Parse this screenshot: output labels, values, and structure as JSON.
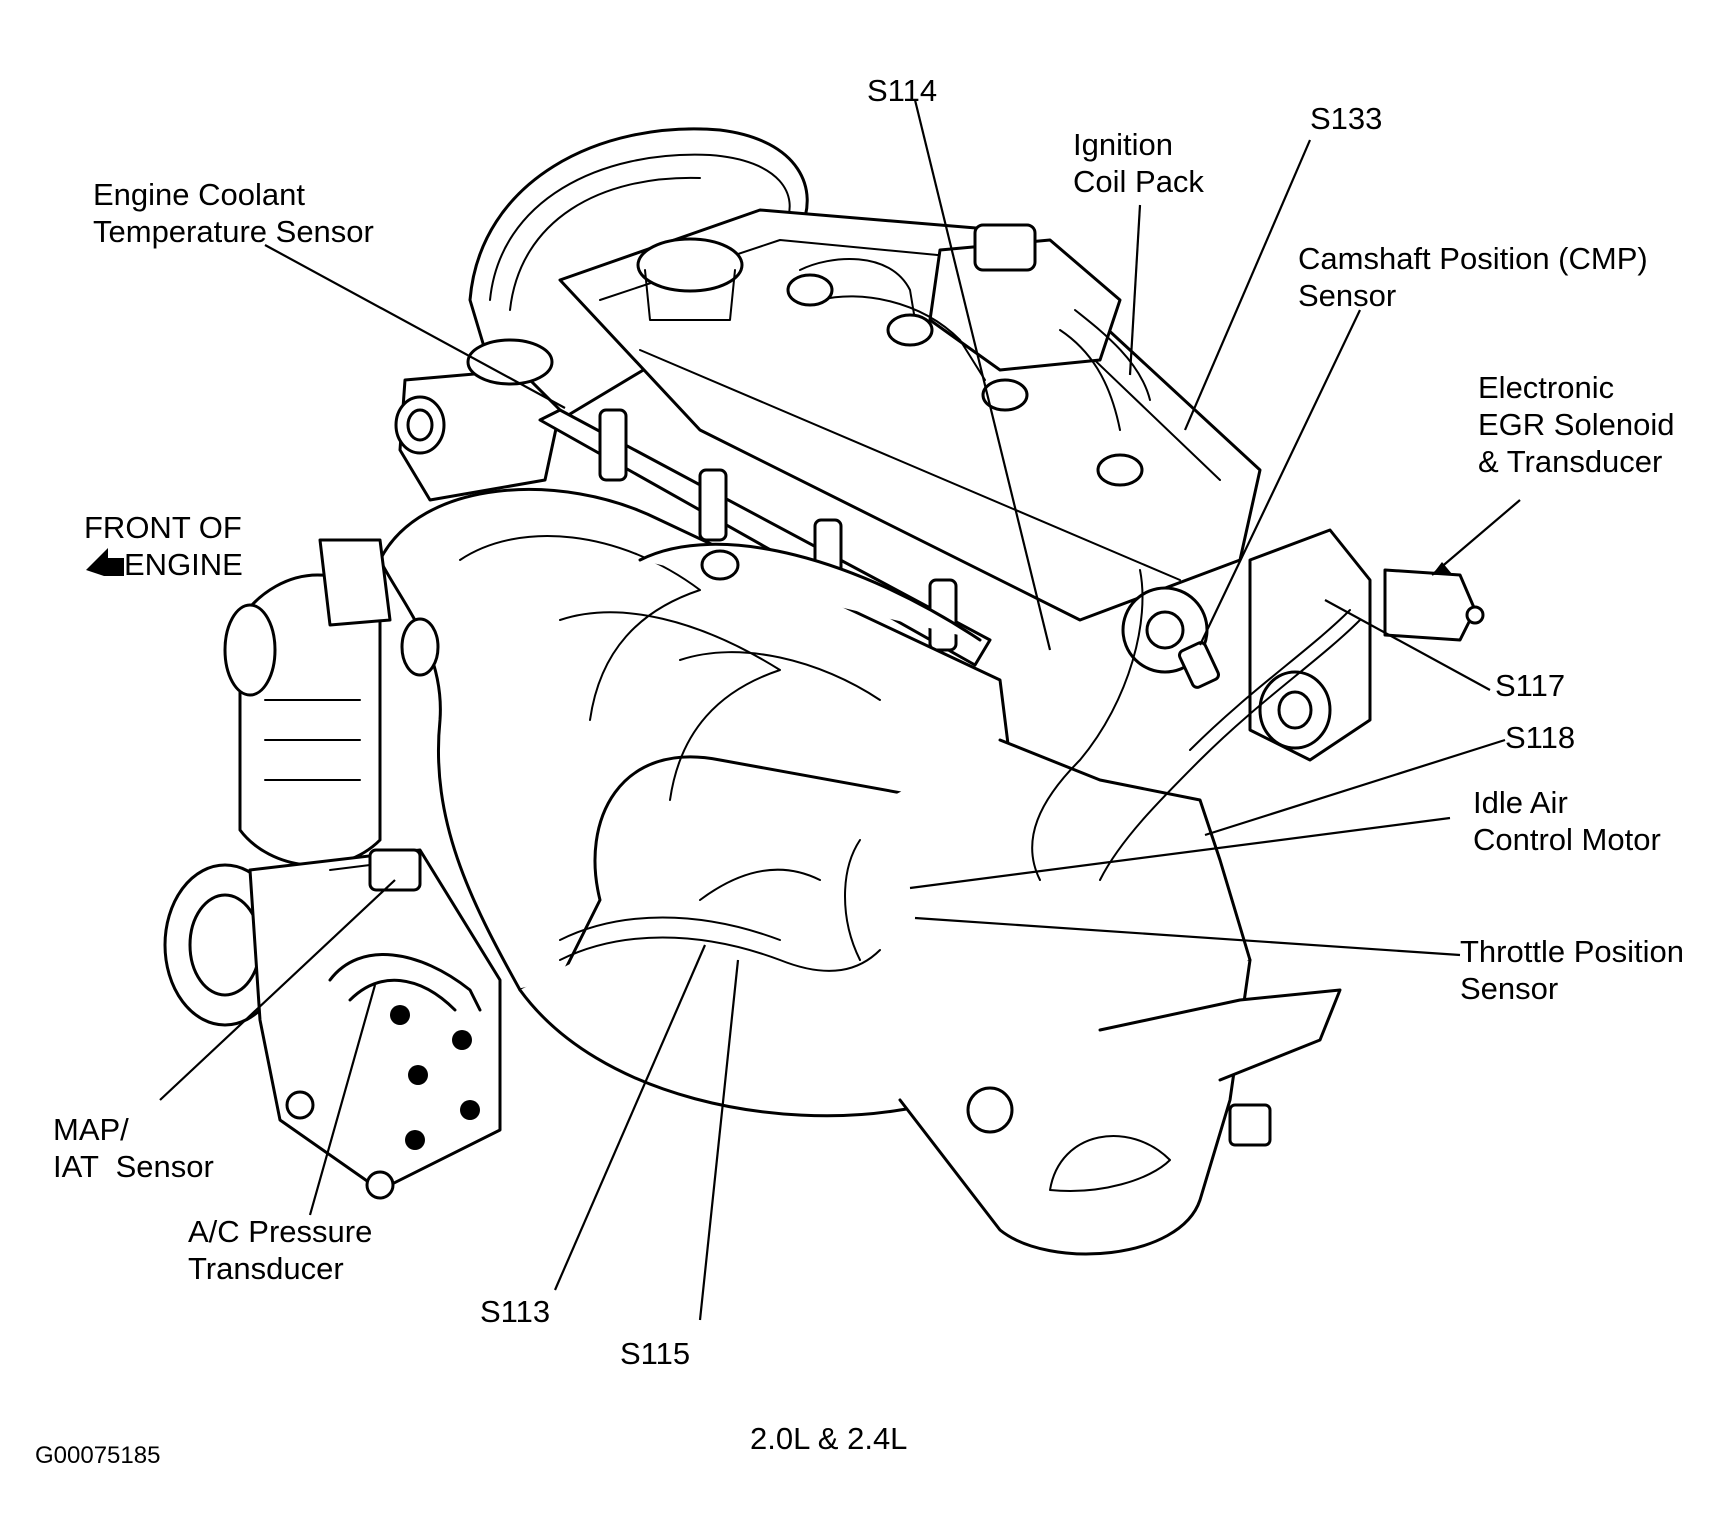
{
  "labels": {
    "ect": [
      "Engine Coolant",
      "Temperature Sensor"
    ],
    "s114": "S114",
    "ignition": [
      "Ignition",
      "Coil Pack"
    ],
    "s133": "S133",
    "cmp": [
      "Camshaft Position (CMP)",
      "Sensor"
    ],
    "egr": [
      "Electronic",
      "EGR Solenoid",
      "& Transducer"
    ],
    "front": [
      "FRONT OF",
      "ENGINE"
    ],
    "s117": "S117",
    "s118": "S118",
    "iac": [
      "Idle Air",
      "Control Motor"
    ],
    "tps": [
      "Throttle Position",
      "Sensor"
    ],
    "map": [
      "MAP/",
      "IAT  Sensor"
    ],
    "ac": [
      "A/C Pressure",
      "Transducer"
    ],
    "s113": "S113",
    "s115": "S115"
  },
  "caption": "2.0L & 2.4L",
  "figure_id": "G00075185"
}
